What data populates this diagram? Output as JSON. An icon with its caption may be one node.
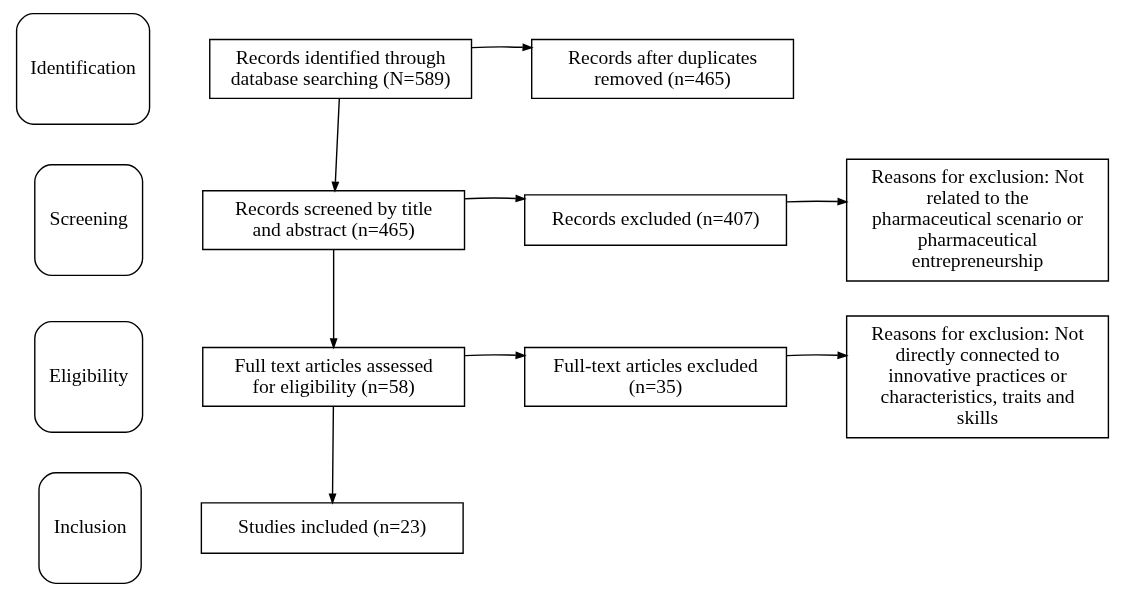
{
  "diagram": {
    "nodes": [
      {
        "text": [
          "Identification"
        ]
      },
      {
        "text": [
          "Screening"
        ]
      },
      {
        "text": [
          "Eligibility"
        ]
      },
      {
        "text": [
          "Inclusion"
        ]
      },
      {
        "text": [
          "Records identified through database searching (N=589)"
        ]
      },
      {
        "text": [
          "Records after duplicates removed (n=465)"
        ]
      },
      {
        "text": [
          "Records screened by title and abstract (n=465)"
        ]
      },
      {
        "text": [
          "Records excluded (n=407)"
        ]
      },
      {
        "text": [
          "Reasons for exclusion: Not related to the pharmaceutical scenario or pharmaceutical entrepreneurship"
        ]
      },
      {
        "text": [
          "Full text articles assessed for eligibility (n=58)"
        ]
      },
      {
        "text": [
          "Full-text articles excluded (n=35)"
        ]
      },
      {
        "text": [
          "Reasons for exclusion: Not directly connected to innovative practices or characteristics, traits and skills"
        ]
      },
      {
        "text": [
          "Studies included (n=23)"
        ]
      }
    ],
    "edges": [
      {
        "from": 4,
        "to": 5,
        "arrow": "to"
      },
      {
        "from": 4,
        "to": 6,
        "arrow": "to"
      },
      {
        "from": 6,
        "to": 7,
        "arrow": "to"
      },
      {
        "from": 7,
        "to": 8,
        "arrow": "to"
      },
      {
        "from": 6,
        "to": 9,
        "arrow": "to"
      },
      {
        "from": 9,
        "to": 10,
        "arrow": "to"
      },
      {
        "from": 10,
        "to": 11,
        "arrow": "to"
      },
      {
        "from": 9,
        "to": 12,
        "arrow": "to"
      }
    ]
  }
}
